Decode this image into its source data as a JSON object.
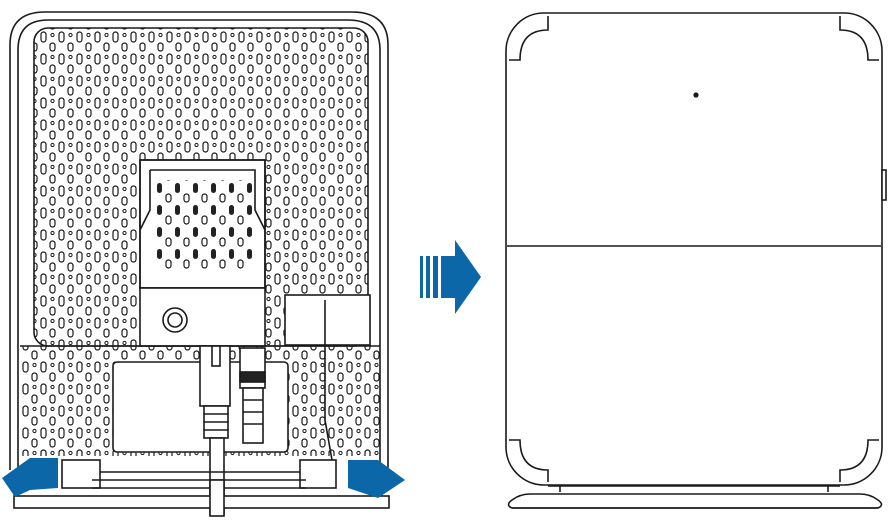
{
  "colors": {
    "line": "#1a1a1a",
    "arrow": "#0b67a7",
    "background": "#ffffff"
  },
  "figure": {
    "left_view": "device-rear-with-cables",
    "right_view": "device-front-closed",
    "arrows": [
      "press-left-arrow",
      "press-right-arrow",
      "transition-arrow"
    ]
  }
}
